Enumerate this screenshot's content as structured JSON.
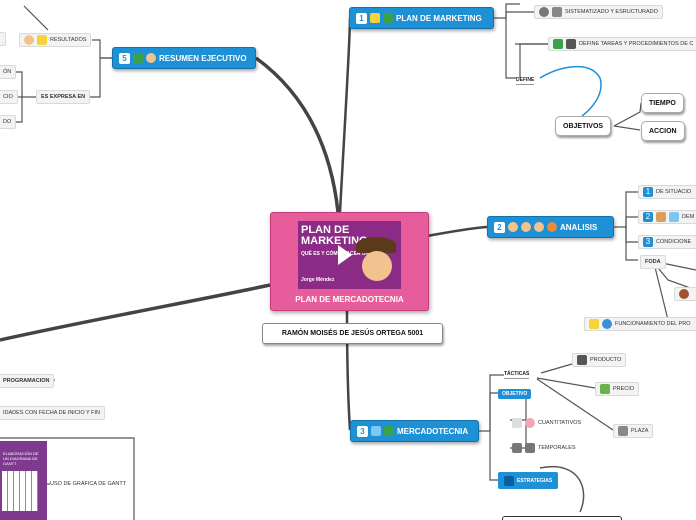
{
  "center": {
    "title": "PLAN DE MERCADOTECNIA",
    "video_title": "PLAN DE MARKETING",
    "video_subtitle": "QUÉ ES Y CÓMO HACER UNO",
    "video_author": "Jorge Méndez"
  },
  "author": "RAMÓN MOISÉS DE JESÚS ORTEGA   5001",
  "topics": {
    "plan_marketing": {
      "badge": "1",
      "label": "PLAN DE MARKETING"
    },
    "resumen": {
      "badge": "5",
      "label": "RESUMEN EJECUTIVO"
    },
    "analisis": {
      "badge": "2",
      "label": "ANALISIS"
    },
    "mercadotecnia": {
      "badge": "3",
      "label": "MERCADOTECNIA"
    }
  },
  "marketing_children": {
    "sistematizado": "SISTEMATIZADO Y ESRUCTURADO",
    "define_tareas": "DEFINE TAREAS Y PROCEDIMIENTOS DE C",
    "define": "DEFINE",
    "objetivos": "OBJETIVOS",
    "tiempo": "TIEMPO",
    "accion": "ACCION"
  },
  "resumen_children": {
    "resultados": "RESULTADOS",
    "expresa": "ES EXPRESA EN",
    "left1": "ÓN",
    "left2": "CIO",
    "left3": "DO"
  },
  "analisis_children": {
    "item1_badge": "1",
    "item1": "DE SITUACIO",
    "item2_badge": "2",
    "item2": "DEM",
    "item3_badge": "3",
    "item3": "CONDICIONE",
    "foda": "FODA",
    "funcionamiento": "FUNCIONAMIENTO DEL PRO"
  },
  "mercadotecnia_children": {
    "tacticas": "TÁCTICAS",
    "objetivo": "OBJETIVO",
    "producto": "PRODUCTO",
    "precio": "PRECIO",
    "plaza": "PLAZA",
    "cuantitativos": "CUANTITATIVOS",
    "temporales": "TEMPORALES",
    "estrategias": "ESTRATEGIAS"
  },
  "left_children": {
    "programacion": "PROGRAMACION",
    "actividades": "IDADES CON FECHA DE INICIO Y FIN",
    "gantt": "USO DE GRÁFICA DE GANTT",
    "gantt_image_text": "ELABORACIÓN DE UN DIAGRAMA DE GANTT"
  },
  "colors": {
    "topic": "#1e90d6",
    "center": "#e75c9a",
    "branch": "#555555"
  }
}
